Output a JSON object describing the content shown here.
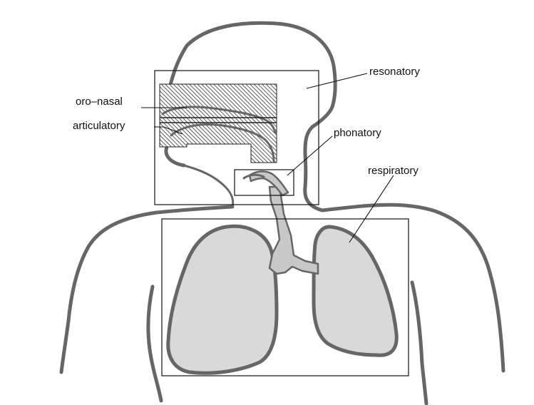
{
  "labels": {
    "oro_nasal": "oro–nasal",
    "articulatory": "articulatory",
    "resonatory": "resonatory",
    "phonatory": "phonatory",
    "respiratory": "respiratory"
  },
  "colors": {
    "body_outline": "#666666",
    "lung_fill": "#d9d9d9",
    "trachea_fill": "#c8c8c8",
    "box_stroke": "#111111",
    "text": "#111111"
  }
}
